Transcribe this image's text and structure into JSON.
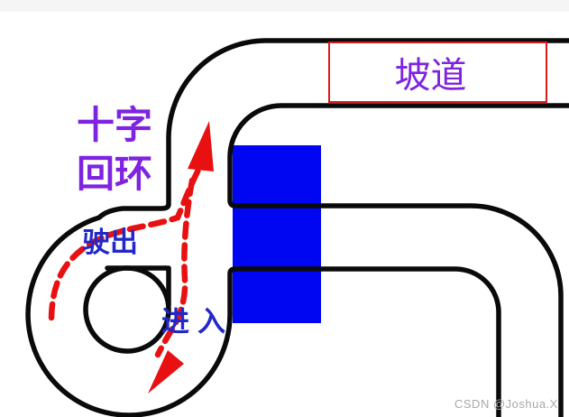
{
  "labels": {
    "loop_line1": "十字",
    "loop_line2": "回环",
    "ramp": "坡道",
    "exit": "驶出",
    "enter": "进入"
  },
  "watermark": "CSDN @Joshua.X",
  "icons": {
    "exit_arrow": "red-dashed-arrow-up",
    "enter_arrow": "red-dashed-arrow-down-left"
  },
  "colors": {
    "road": "#0a0a0a",
    "building": "#0006f2",
    "ramp_box_border": "#d61c1c",
    "label_purple": "#7e23e0",
    "label_blue": "#2228c8",
    "arrow_red": "#e81010",
    "watermark_gray": "#a9a9a9"
  }
}
